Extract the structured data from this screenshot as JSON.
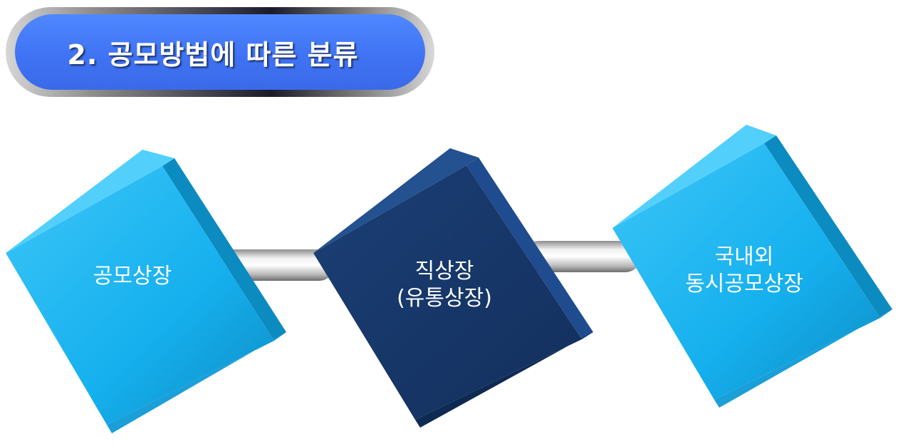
{
  "title": "2. 공모방법에 따른 분류",
  "boxes": [
    {
      "line1": "공모상장",
      "line2": ""
    },
    {
      "line1": "직상장",
      "line2": "(유통상장)"
    },
    {
      "line1": "국내외",
      "line2": "동시공모상장"
    }
  ],
  "colors": {
    "cyan_front": "#1fb6f2",
    "cyan_side": "#0a86b8",
    "cyan_bottom": "#1b9fd6",
    "navy_front": "#17396c",
    "navy_side": "#1f4c8e",
    "navy_bottom": "#0f2850",
    "title_blue": "#3f73f4"
  }
}
